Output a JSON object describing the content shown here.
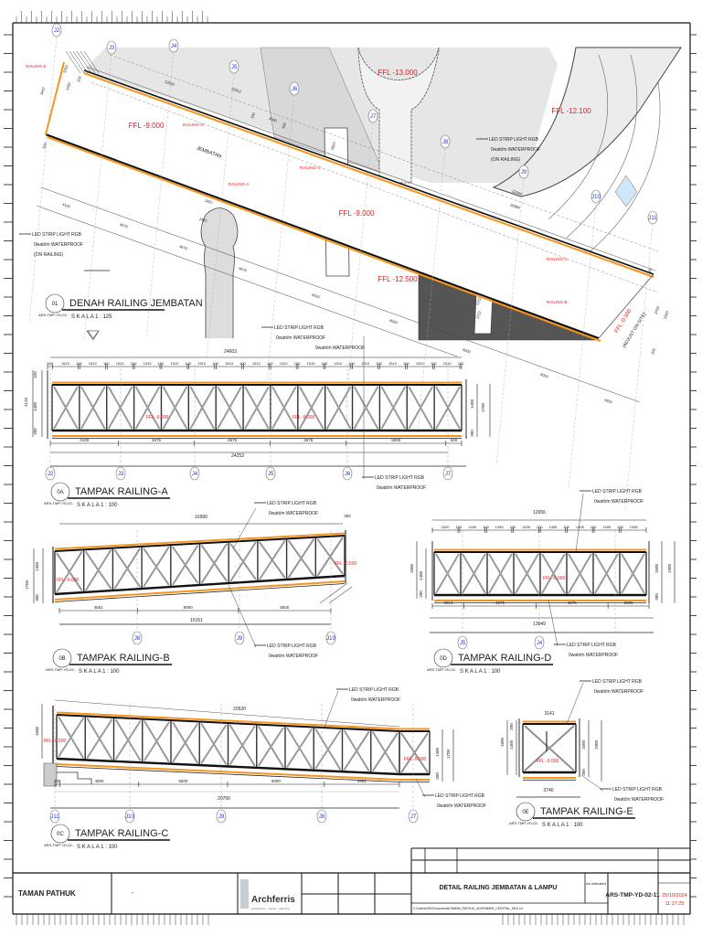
{
  "colors": {
    "railing": "#f7941d",
    "ffl": "#e02020",
    "grid": "#2233cc",
    "date": "#e02020",
    "logo": "#3aa0c8"
  },
  "notes": {
    "led": "LED STRIP LIGHT RGB",
    "power": "0watt/m WATERPROOF",
    "on_railing": "(ON RAILING)"
  },
  "plan": {
    "number": "01",
    "title": "DENAH RAILING JEMBATAN",
    "ref": "ARS-TMP-YD-02-",
    "scale": "S K A L A  1 : 125",
    "bridge_label": "JEMBATAN",
    "ffl": [
      "FFL -9.000",
      "FFL -9.000",
      "FFL -13.000",
      "FFL -12.100",
      "FFL -12.500",
      "FFL -0.500"
    ],
    "adjust": "(ADJUST ON SITE)",
    "railings": {
      "a": "RAILING-A",
      "b": "RAILING-B",
      "c": "RAILING-C",
      "c2": "RAILING-C",
      "d": "RAILING-D",
      "e": "RAILING-E"
    },
    "grids": [
      "J2",
      "J3",
      "J4",
      "J5",
      "J6",
      "J7",
      "J8",
      "J9",
      "J10",
      "J11"
    ],
    "dims": [
      "3457",
      "1250",
      "1250",
      "300",
      "12626",
      "22912",
      "300",
      "2040",
      "300",
      "6567",
      "4100",
      "4676",
      "4676",
      "4676",
      "6000",
      "2457",
      "2457",
      "22094",
      "20994",
      "6000",
      "6000",
      "6000",
      "4300",
      "1702",
      "1702",
      "300",
      "300",
      "3759",
      "3160",
      "300"
    ]
  },
  "elev_a": {
    "number": "0A",
    "title": "TAMPAK RAILING-A",
    "ref": "ARS-TMP-YD-02-",
    "scale": "S K A L A  1 : 100",
    "overall_top": "24603",
    "overall_bottom": "24253",
    "top_dims": [
      "300",
      "1510",
      "100",
      "1510",
      "100",
      "1510",
      "100",
      "1510",
      "100",
      "1510",
      "100",
      "1510",
      "100",
      "1510",
      "100",
      "1510",
      "100",
      "1510",
      "100",
      "1510",
      "100",
      "1510",
      "100",
      "1510",
      "100",
      "1510",
      "100",
      "1510",
      "100",
      "1510",
      "100"
    ],
    "bottom_dims": [
      "4100",
      "4575",
      "4575",
      "4575",
      "6000",
      "949"
    ],
    "left_dims": [
      "2125",
      "420",
      "1400",
      "300"
    ],
    "right_dims": [
      "1400",
      "300",
      "1700"
    ],
    "grids": [
      "J2",
      "J3",
      "J4",
      "J5",
      "J6",
      "J7"
    ],
    "ffl": [
      "FFL -9.000",
      "FFL -9.000"
    ]
  },
  "elev_b": {
    "number": "0B",
    "title": "TAMPAK RAILING-B",
    "ref": "ARS-TMP-YD-02-",
    "scale": "S K A L A  1 : 100",
    "overall_top": "16990",
    "end_dim": "300",
    "overall_bottom": "16151",
    "bottom_dims": [
      "4651",
      "6000",
      "5500"
    ],
    "left_dims": [
      "1700",
      "1400",
      "300"
    ],
    "grids": [
      "J8",
      "J9",
      "J10"
    ],
    "ffl": [
      "FFL -9.000",
      "FFL -0.500"
    ]
  },
  "elev_c": {
    "number": "0C",
    "title": "TAMPAK RAILING-C",
    "ref": "ARS-TMP-YD-02-",
    "scale": "S K A L A  1 : 100",
    "overall_top": "20520",
    "overall_bottom": "20700",
    "bottom_dims": [
      "300",
      "4900",
      "5500",
      "6000",
      "4651"
    ],
    "left_dims": [
      "1600"
    ],
    "right_dims": [
      "1400",
      "300",
      "1700"
    ],
    "grids": [
      "J11",
      "J10",
      "J9",
      "J8",
      "J7"
    ],
    "ffl": [
      "FFL -0.500",
      "FFL -9.000"
    ]
  },
  "elev_d": {
    "number": "0D",
    "title": "TAMPAK RAILING-D",
    "ref": "ARS-TMP-YD-02-",
    "scale": "S K A L A  1 : 100",
    "overall_top": "12656",
    "overall_bottom": "13049",
    "top_dims": [
      "1520",
      "100",
      "1495",
      "100",
      "1495",
      "100",
      "1495",
      "100",
      "1495",
      "100",
      "1495",
      "100",
      "1495",
      "100",
      "1495"
    ],
    "bottom_dims": [
      "2014",
      "4575",
      "4575",
      "2606"
    ],
    "left_dims": [
      "1600",
      "1400",
      "200"
    ],
    "right_dims": [
      "1600",
      "1900",
      "300"
    ],
    "grids": [
      "J5",
      "J4"
    ],
    "ffl": [
      "FFL -9.000"
    ]
  },
  "elev_e": {
    "number": "0E",
    "title": "TAMPAK RAILING-E",
    "ref": "ARS-TMP-YD-02-",
    "scale": "S K A L A  1 : 100",
    "overall_top": "3141",
    "overall_bottom": "3740",
    "left_dims": [
      "1600",
      "1400",
      "200"
    ],
    "right_dims": [
      "1600",
      "1900",
      "300"
    ],
    "ffl": [
      "FFL -9.000"
    ]
  },
  "sheet": {
    "project": "TAMAN PATHUK",
    "client": "-",
    "logo_text": "Archferris",
    "logo_sub": "architecture · interior · planning",
    "title": "DETAIL RAILING JEMBATAN & LAMPU",
    "scale": "As indicated",
    "number": "ARS-TMP-YD-02-11",
    "date": "25/10/2024",
    "time": "11:17:25",
    "path": "C:\\Users\\NDX\\Documents\\TAMAN_PATHUK_NOVEMBER_CENTRAL_NDX.rvt"
  }
}
